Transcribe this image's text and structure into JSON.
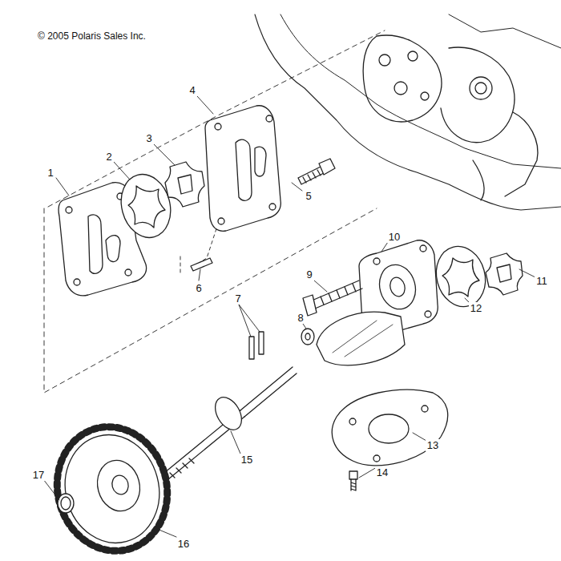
{
  "diagram": {
    "labels": [
      "© 2005 Polaris Sales Inc.",
      "1",
      "2",
      "3",
      "4",
      "5",
      "6",
      "7",
      "8",
      "9",
      "10",
      "11",
      "12",
      "13",
      "14",
      "15",
      "16",
      "17"
    ]
  }
}
